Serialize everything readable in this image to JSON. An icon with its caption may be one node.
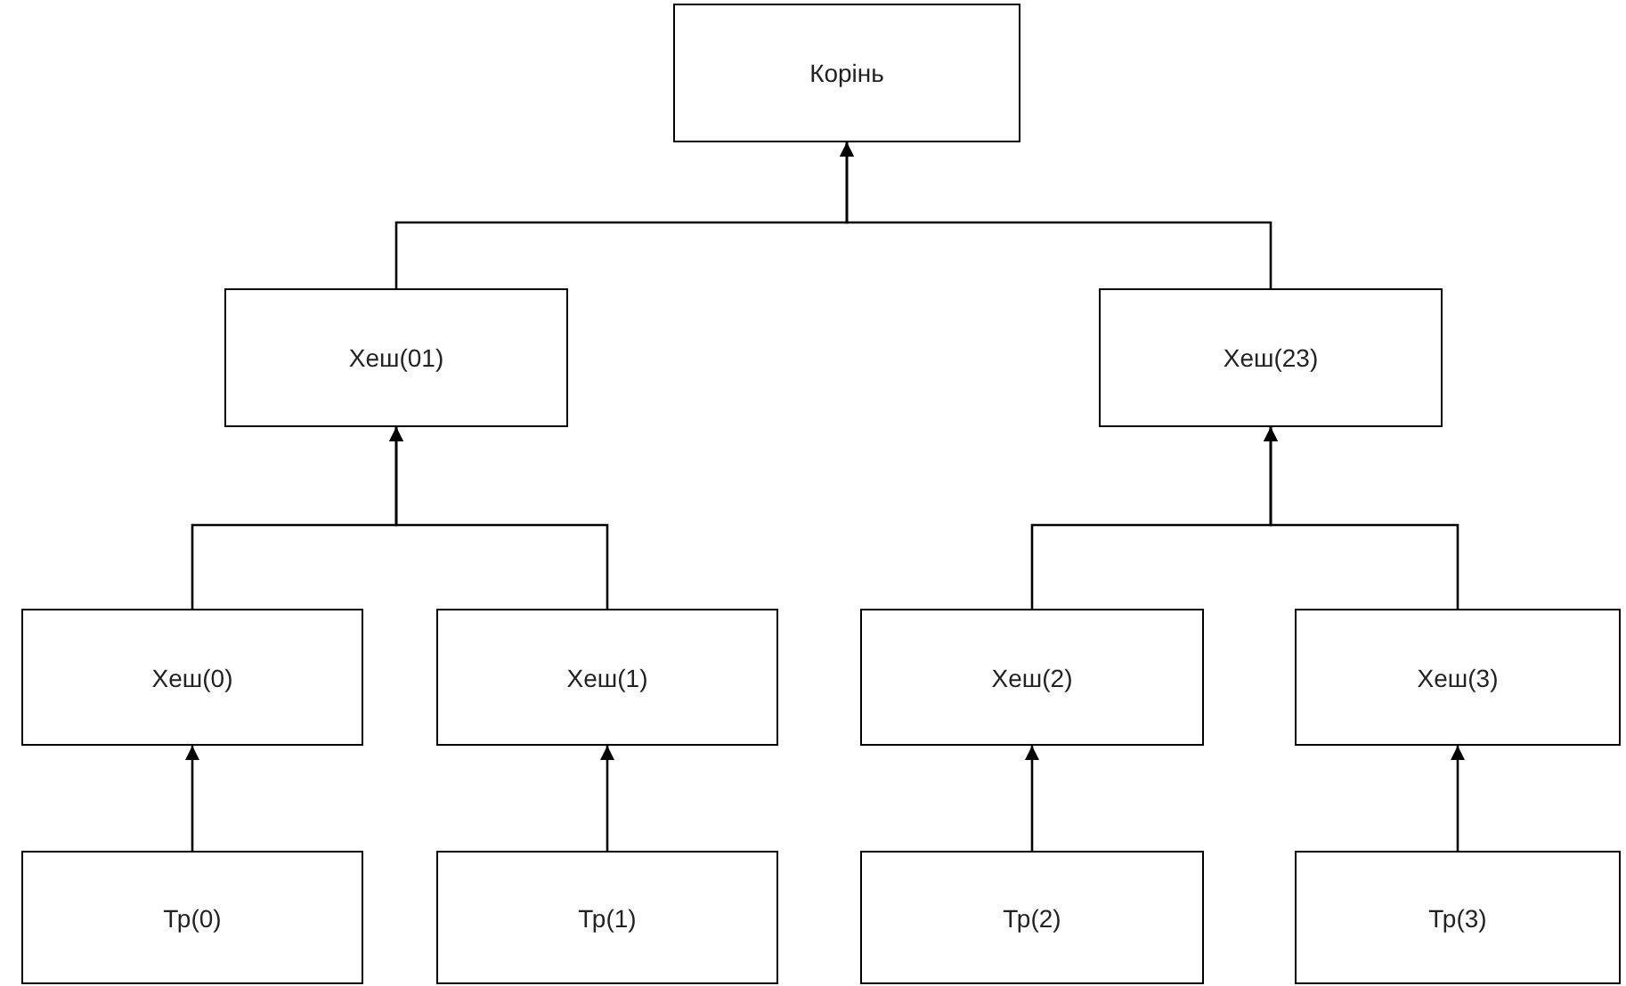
{
  "diagram": {
    "nodes": [
      {
        "text": [
          "Корінь"
        ]
      },
      {
        "text": [
          "Хеш(01)"
        ]
      },
      {
        "text": [
          "Хеш(23)"
        ]
      },
      {
        "text": [
          "Хеш(0)"
        ]
      },
      {
        "text": [
          "Хеш(1)"
        ]
      },
      {
        "text": [
          "Хеш(2)"
        ]
      },
      {
        "text": [
          "Хеш(3)"
        ]
      },
      {
        "text": [
          "Тр(0)"
        ]
      },
      {
        "text": [
          "Тр(1)"
        ]
      },
      {
        "text": [
          "Тр(2)"
        ]
      },
      {
        "text": [
          "Тр(3)"
        ]
      }
    ],
    "edges": [
      {
        "from": 1,
        "to": 0,
        "arrow": "to"
      },
      {
        "from": 2,
        "to": 0,
        "arrow": "to"
      },
      {
        "from": 3,
        "to": 1,
        "arrow": "to"
      },
      {
        "from": 4,
        "to": 1,
        "arrow": "to"
      },
      {
        "from": 5,
        "to": 2,
        "arrow": "to"
      },
      {
        "from": 6,
        "to": 2,
        "arrow": "to"
      },
      {
        "from": 7,
        "to": 3,
        "arrow": "to"
      },
      {
        "from": 8,
        "to": 4,
        "arrow": "to"
      },
      {
        "from": 9,
        "to": 5,
        "arrow": "to"
      },
      {
        "from": 10,
        "to": 6,
        "arrow": "to"
      }
    ]
  }
}
